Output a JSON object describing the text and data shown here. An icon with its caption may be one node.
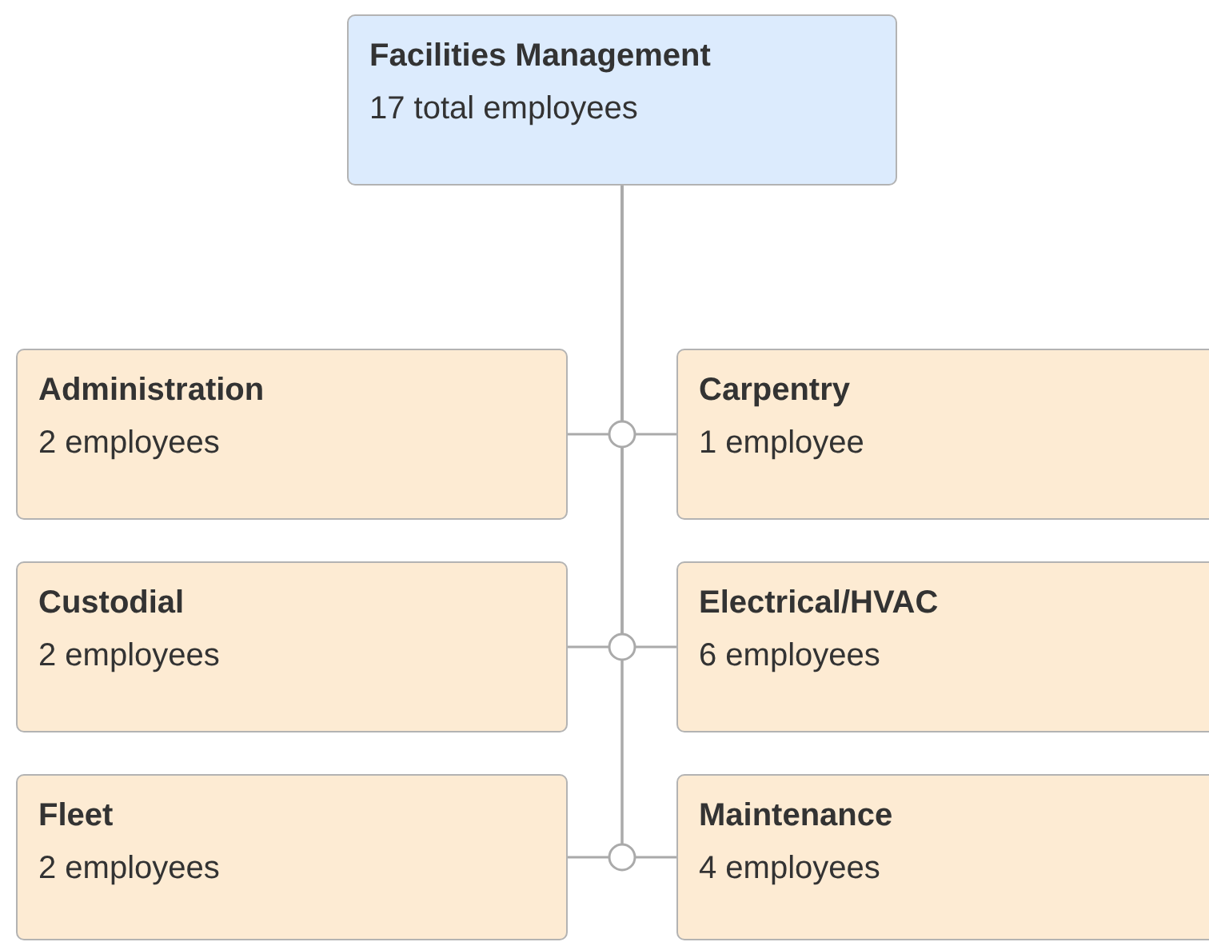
{
  "diagram": {
    "nodes": [
      {
        "text": [
          "Facilities Management",
          "17 total employees"
        ]
      },
      {
        "text": [
          "Administration",
          "2 employees"
        ]
      },
      {
        "text": [
          "Carpentry",
          "1 employee"
        ]
      },
      {
        "text": [
          "Custodial",
          "2 employees"
        ]
      },
      {
        "text": [
          "Electrical/HVAC",
          "6 employees"
        ]
      },
      {
        "text": [
          "Fleet",
          "2 employees"
        ]
      },
      {
        "text": [
          "Maintenance",
          "4 employees"
        ]
      }
    ],
    "edges": [
      {
        "from": 0,
        "to": 1,
        "arrow": "none"
      },
      {
        "from": 0,
        "to": 2,
        "arrow": "none"
      },
      {
        "from": 0,
        "to": 3,
        "arrow": "none"
      },
      {
        "from": 0,
        "to": 4,
        "arrow": "none"
      },
      {
        "from": 0,
        "to": 5,
        "arrow": "none"
      },
      {
        "from": 0,
        "to": 6,
        "arrow": "none"
      }
    ]
  }
}
